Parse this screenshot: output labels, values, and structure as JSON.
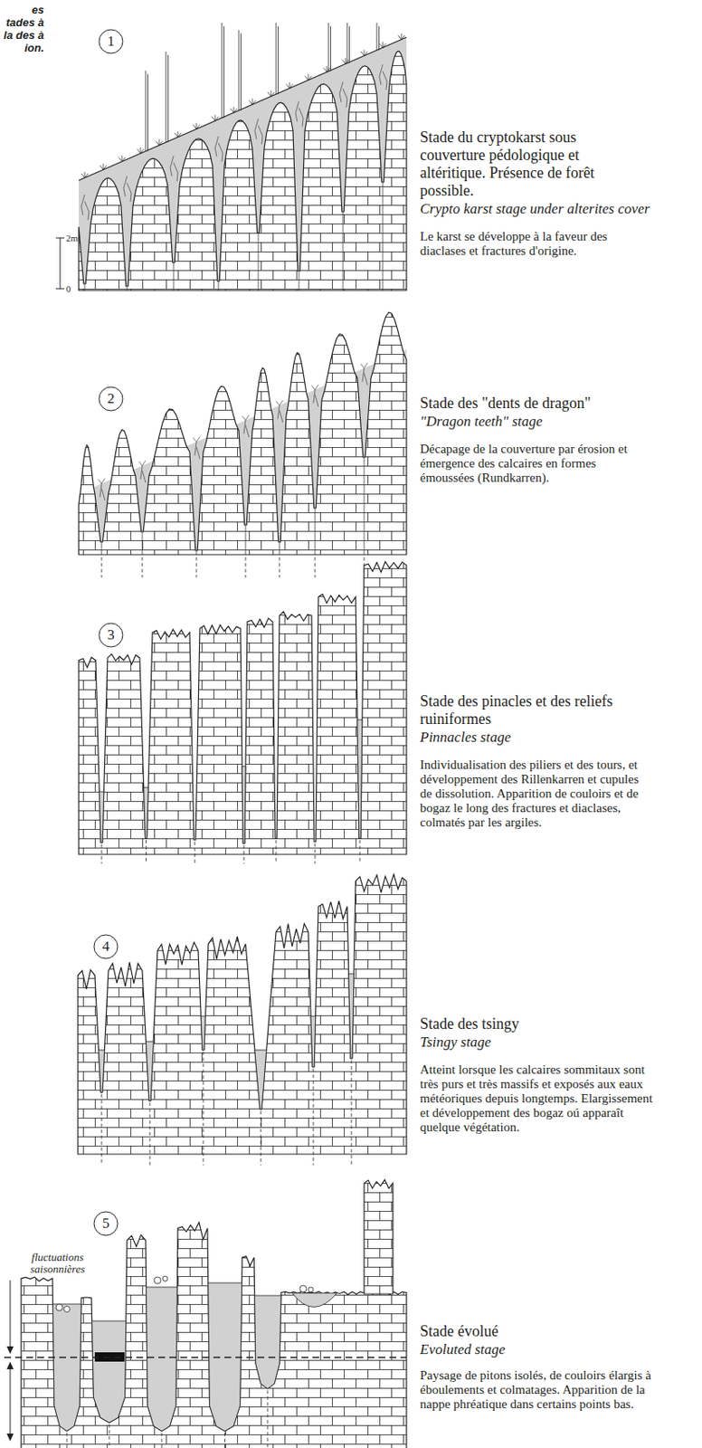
{
  "diagram": {
    "caption": "es tades à la des à ion.",
    "labels": [
      "1",
      "2m",
      "0",
      "Stade du cryptokarst sous couverture pédologique et altéritique. Présence de forêt possible.",
      "Crypto karst stage under alterites cover",
      "Le karst se développe à la faveur des diaclases et fractures d'origine.",
      "2",
      "Stade des \"dents de dragon\"",
      "\"Dragon teeth\" stage",
      "Décapage de la couverture par érosion et émergence des calcaires en formes émoussées (Rundkarren).",
      "3",
      "Stade des pinacles et des reliefs ruiniformes",
      "Pinnacles stage",
      "Individualisation des piliers et des tours, et développement des Rillenkarren et cupules de dissolution. Apparition de couloirs et de bogaz le long des fractures et diaclases, colmatés par les argiles.",
      "4",
      "Stade des tsingy",
      "Tsingy stage",
      "Atteint lorsque les calcaires sommitaux sont très purs et très massifs et exposés aux eaux météoriques depuis longtemps. Elargissement et développement des bogaz oú apparaît quelque végétation.",
      "5",
      "fluctuations saisonnières",
      "Stade évolué",
      "Evoluted stage",
      "Paysage de pitons isolés, de couloirs élargis à éboulements et colmatages. Apparition de la nappe phréatique dans certains points bas."
    ]
  }
}
